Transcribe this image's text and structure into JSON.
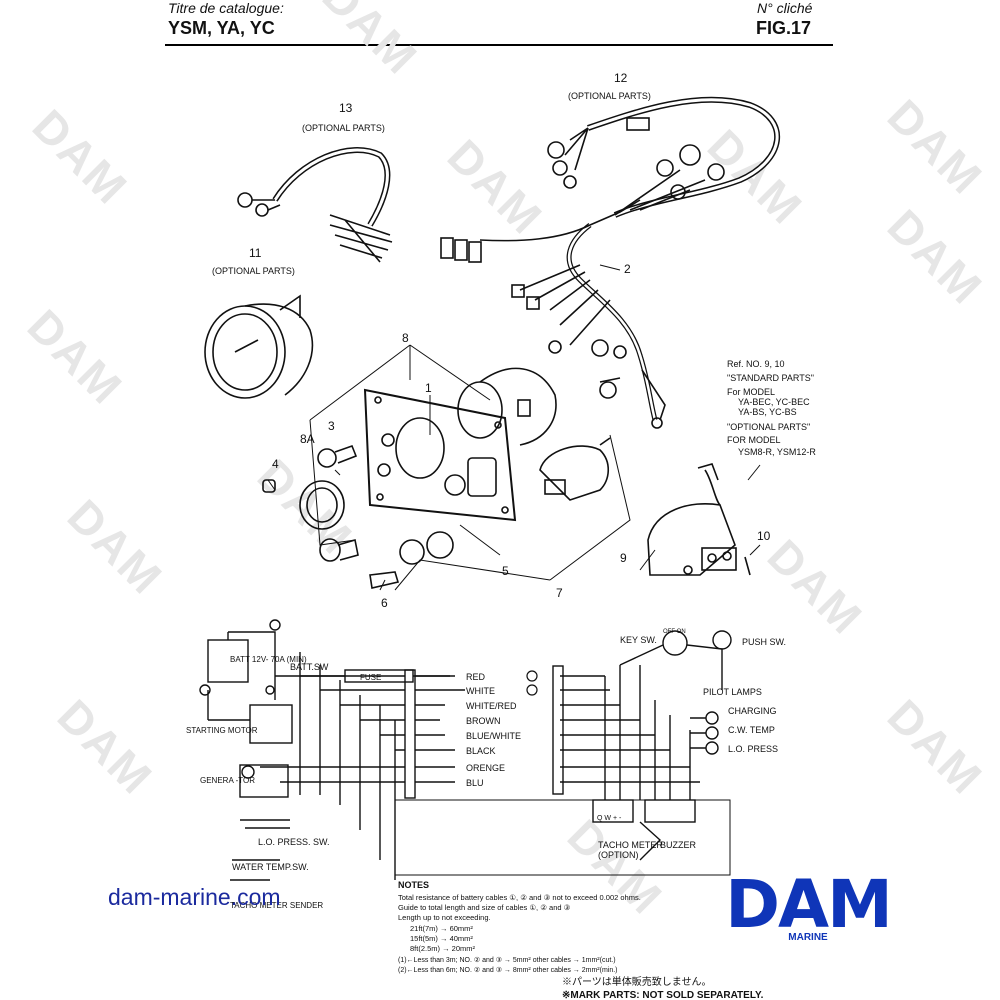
{
  "header": {
    "catalogue_label": "Titre de catalogue:",
    "catalogue_value": "YSM, YA, YC",
    "cliche_label": "N° cliché",
    "cliche_value": "FIG.17"
  },
  "watermark": "DAM",
  "parts": {
    "p1": "1",
    "p2": "2",
    "p3": "3",
    "p4": "4",
    "p5": "5",
    "p6": "6",
    "p7": "7",
    "p8": "8",
    "p8a": "8A",
    "p9": "9",
    "p10": "10",
    "p11": "11",
    "p12": "12",
    "p13": "13"
  },
  "optional_parts": "(OPTIONAL PARTS)",
  "ref_note": {
    "line1": "Ref. NO. 9, 10",
    "line2": "\"STANDARD PARTS\"",
    "line3": "For MODEL",
    "line4": "YA-BEC, YC-BEC",
    "line5": "YA-BS, YC-BS",
    "line6": "\"OPTIONAL PARTS\"",
    "line7": "FOR MODEL",
    "line8": "YSM8-R, YSM12-R"
  },
  "wiring": {
    "batt": "BATT 12V- 70A (MIN)",
    "batt_sw": "BATT.SW",
    "fuse": "FUSE",
    "starting_motor": "STARTING MOTOR",
    "generator": "GENERA -TOR",
    "lo_press_sw": "L.O. PRESS. SW.",
    "water_temp_sw": "WATER TEMP.SW.",
    "tacho_sender": "TACHO METER SENDER",
    "wires": [
      "RED",
      "WHITE",
      "WHITE/RED",
      "BROWN",
      "BLUE/WHITE",
      "BLACK",
      "ORENGE",
      "BLU"
    ],
    "key_sw": "KEY SW.",
    "push_sw": "PUSH SW.",
    "pilot_lamps": "PILOT LAMPS",
    "charging": "CHARGING",
    "cw_temp": "C.W. TEMP",
    "lo_press": "L.O. PRESS",
    "tacho_meter": "TACHO METER",
    "option": "(OPTION)",
    "buzzer": "BUZZER",
    "off_on": "OFF ON",
    "qw": "Q W + -"
  },
  "notes": {
    "title": "NOTES",
    "line1": "Total resistance of battery cables ①, ② and ③ not to exceed 0.002 ohms.",
    "line2": "Guide to total length and size of cables ①, ② and ③",
    "line3": "Length up to not exceeding.",
    "line4": "21ft(7m)   → 60mm²",
    "line5": "15ft(5m)   → 40mm²",
    "line6": "8ft(2.5m) → 20mm²",
    "line7": "(1)←Less than 3m; NO. ② and ③ → 5mm²      other cables → 1mm²(cut.)",
    "line8": "(2)←Less than 6m; NO. ② and ③ → 8mm²      other cables → 2mm²(min.)",
    "mark_jp": "※パーツは単体販売致しません。",
    "mark": "※MARK PARTS: NOT SOLD SEPARATELY."
  },
  "footer": {
    "site": "dam-marine.com",
    "logo": "DAM",
    "logo_sub": "MARINE"
  }
}
